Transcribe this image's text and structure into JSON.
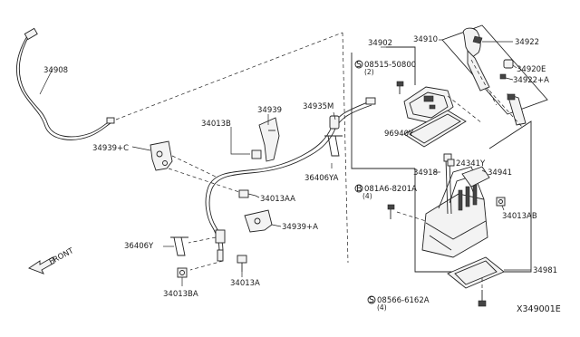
{
  "diagram": {
    "labels": {
      "p34908": "34908",
      "p34939": "34939",
      "p34013B": "34013B",
      "p34935M": "34935M",
      "p34939C": "34939+C",
      "p36406YA": "36406YA",
      "p34013AA": "34013AA",
      "p34939A": "34939+A",
      "p36406Y": "36406Y",
      "p34013A": "34013A",
      "p34013BA": "34013BA",
      "p34902": "34902",
      "p34910": "34910",
      "p34922": "34922",
      "p34920E": "34920E",
      "p34922A": "34922+A",
      "bolt_08515": "08515-50800",
      "bolt_08515_qty": "(2)",
      "p96940Y": "96940Y",
      "p24341Y": "24341Y",
      "p34941": "34941",
      "p34918": "34918",
      "bolt_081A6": "081A6-8201A",
      "bolt_081A6_qty": "(4)",
      "p34013AB": "34013AB",
      "p34981": "34981",
      "bolt_08566": "08566-6162A",
      "bolt_08566_qty": "(4)",
      "front": "FRONT",
      "drawing_ref": "X349001E"
    },
    "symbols": {
      "s_circle": "S",
      "b_circle": "B"
    }
  }
}
